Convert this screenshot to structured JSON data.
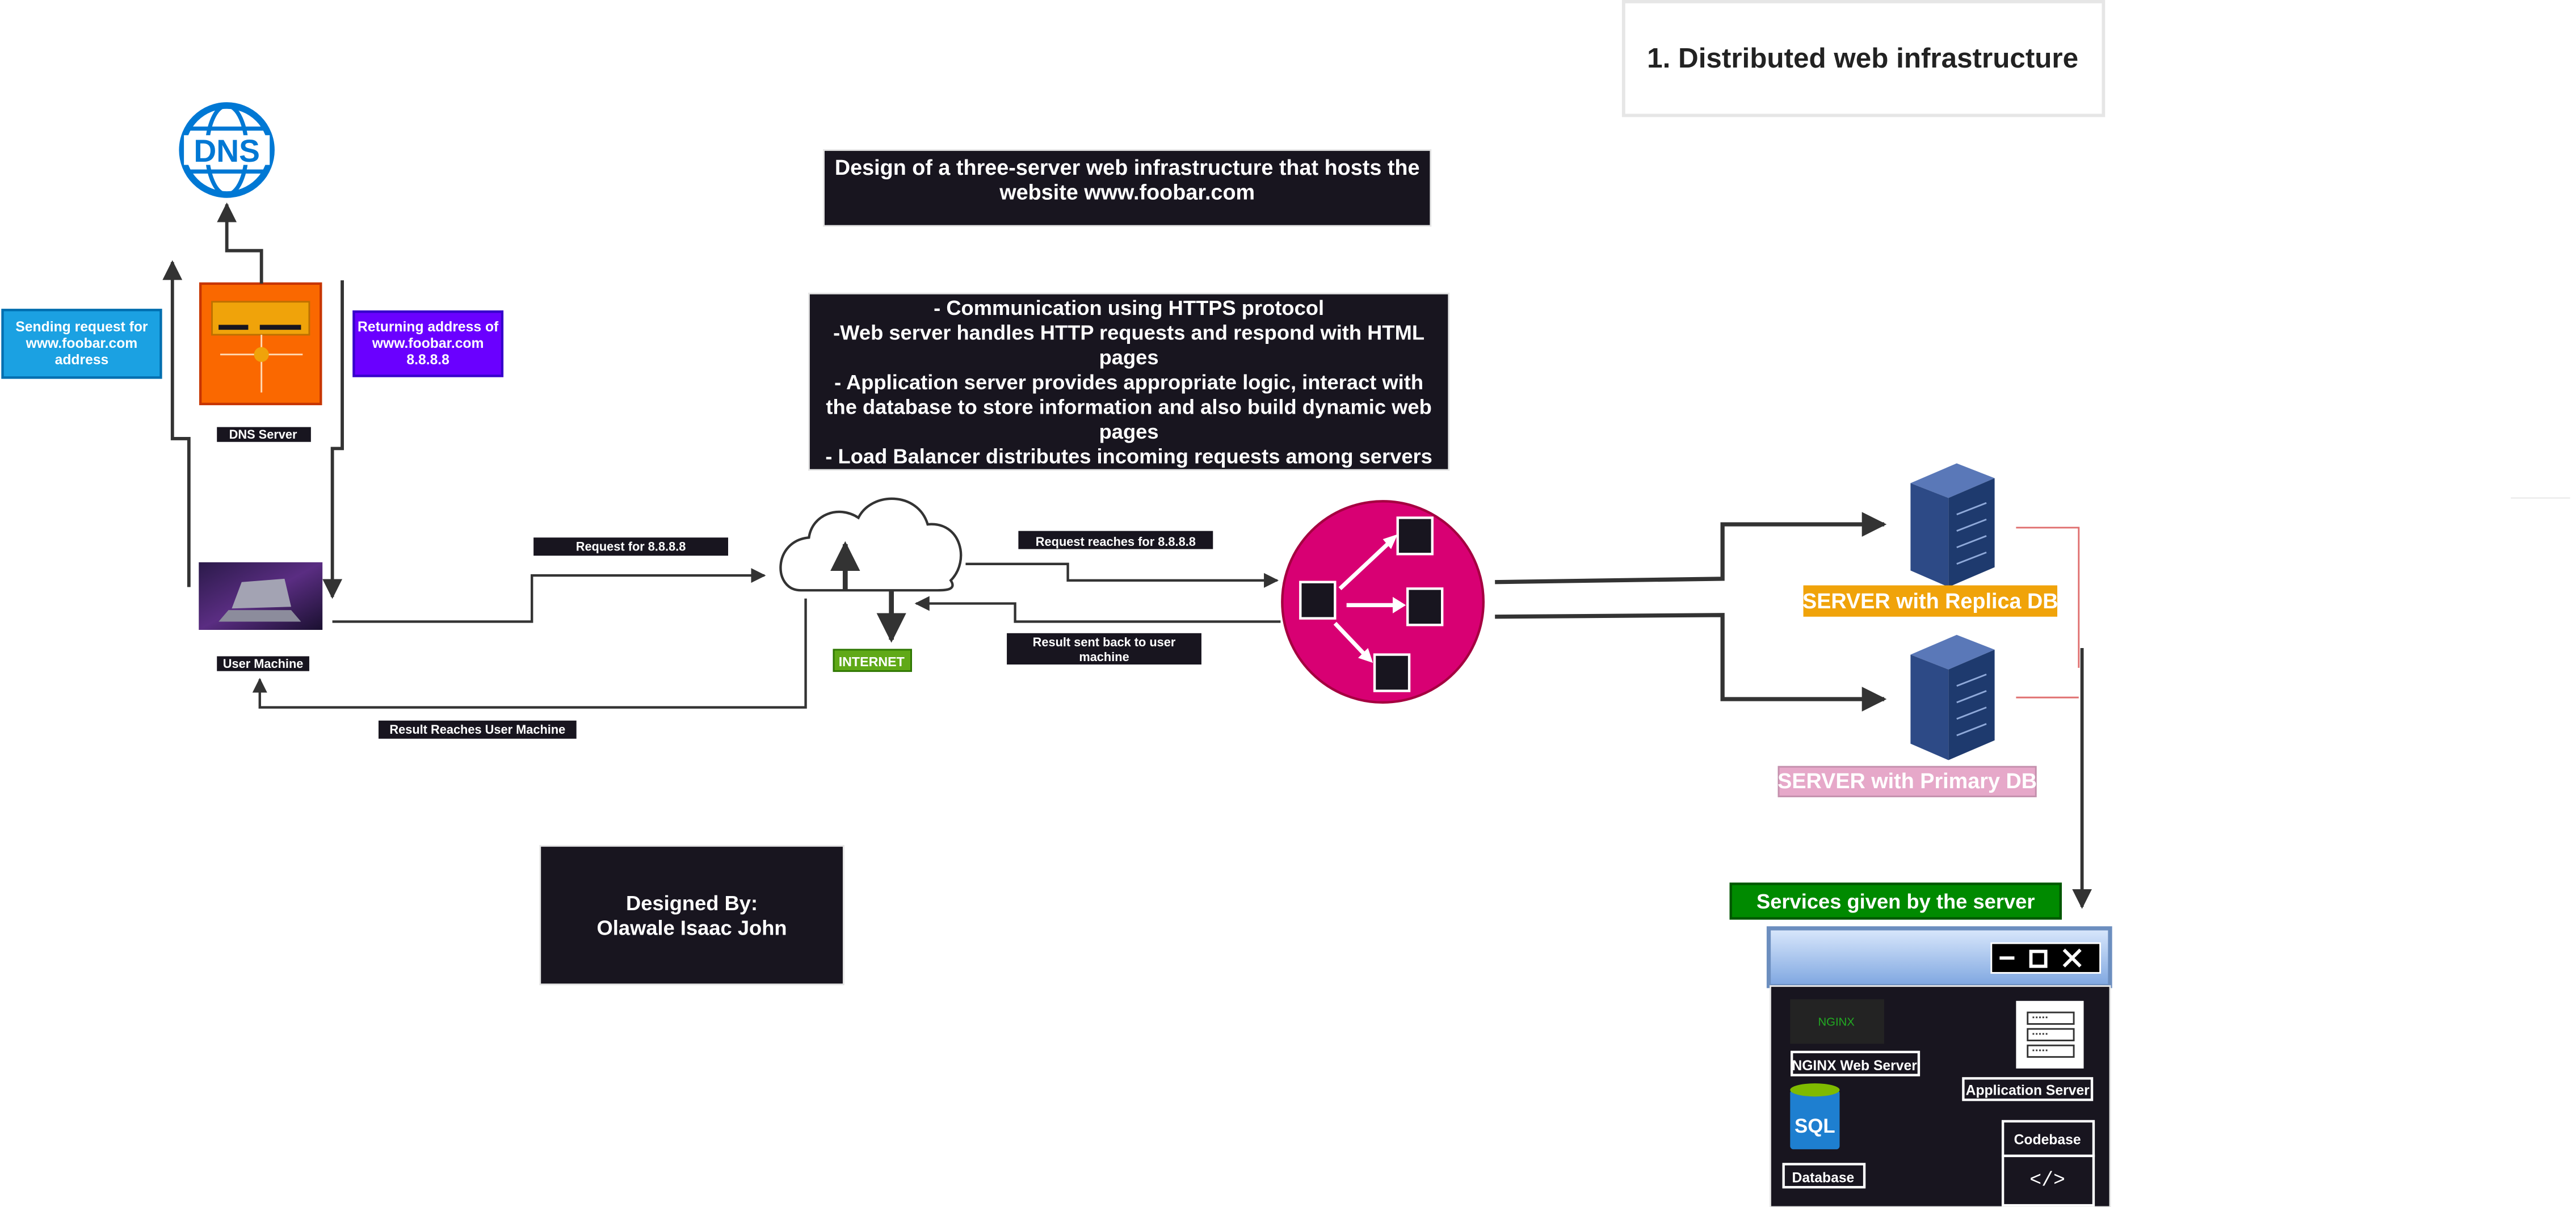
{
  "title": "1. Distributed web infrastructure",
  "design_heading": "Design of a three-server web infrastructure that hosts the website www.foobar.com",
  "description_lines": [
    "- Communication using HTTPS protocol",
    "-Web server handles HTTP requests and respond with HTML",
    "pages",
    "- Application server provides appropriate logic, interact with",
    "the database to store information and also build dynamic web",
    "pages",
    "- Load Balancer distributes incoming requests among servers"
  ],
  "dns": {
    "icon_text": "DNS",
    "server_label": "DNS Server",
    "sending_request_lines": [
      "Sending request for",
      "www.foobar.com",
      "address"
    ],
    "returning_address_lines": [
      "Returning address of",
      "www.foobar.com",
      "8.8.8.8"
    ]
  },
  "user_machine_label": "User Machine",
  "internet_label": "INTERNET",
  "flows": {
    "request_ip": "Request for 8.8.8.8",
    "request_reaches": "Request reaches for 8.8.8.8",
    "result_sent_lines": [
      "Result sent back to user",
      "machine"
    ],
    "result_reaches": "Result Reaches User Machine"
  },
  "servers": {
    "replica_label": "SERVER with Replica DB",
    "primary_label": "SERVER with Primary DB"
  },
  "services": {
    "heading": "Services given by the server",
    "nginx_logo": "NGINX",
    "nginx_label": "NGINX Web Server",
    "app_server_label": "Application Server",
    "sql_logo": "SQL",
    "database_label": "Database",
    "codebase_label": "Codebase",
    "code_symbol": "</>"
  },
  "credits_lines": [
    "Designed By:",
    "Olawale Isaac John"
  ],
  "colors": {
    "dark_box": "#18151f",
    "sending_blue": "#1ba1e2",
    "returning_purple": "#6a00ff",
    "dns_orange": "#fa6800",
    "dns_blue": "#0078d4",
    "load_balancer_pink": "#d80073",
    "server_navy": "#2d4a86",
    "replica_amber": "#f0a30a",
    "primary_pink": "#e6a8c9",
    "services_green": "#008a00",
    "internet_green": "#60a917"
  }
}
